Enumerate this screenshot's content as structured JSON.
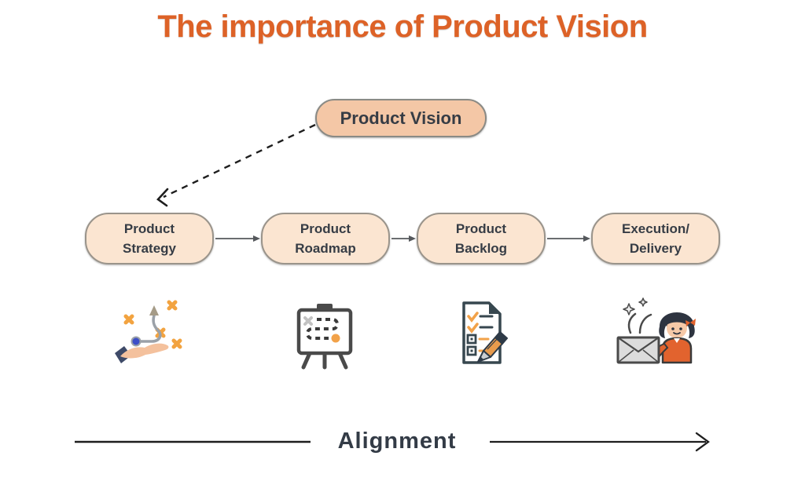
{
  "title": "The importance of Product Vision",
  "colors": {
    "title_orange": "#DD6227",
    "pill_fill": "#F4C7A6",
    "box_fill": "#FBE5D1",
    "text_dark": "#363C45",
    "accent_orange": "#F2A249",
    "icon_dark": "#4A4A4A",
    "shirt_orange": "#E2632E"
  },
  "vision_node": {
    "label": "Product Vision"
  },
  "flow_nodes": [
    {
      "id": "product-strategy",
      "line1": "Product",
      "line2": "Strategy",
      "icon": "strategy-hand-icon"
    },
    {
      "id": "product-roadmap",
      "line1": "Product",
      "line2": "Roadmap",
      "icon": "roadmap-easel-icon"
    },
    {
      "id": "product-backlog",
      "line1": "Product",
      "line2": "Backlog",
      "icon": "backlog-checklist-icon"
    },
    {
      "id": "execution-delivery",
      "line1": "Execution/",
      "line2": "Delivery",
      "icon": "delivery-unboxing-icon"
    }
  ],
  "alignment": {
    "label": "Alignment"
  }
}
